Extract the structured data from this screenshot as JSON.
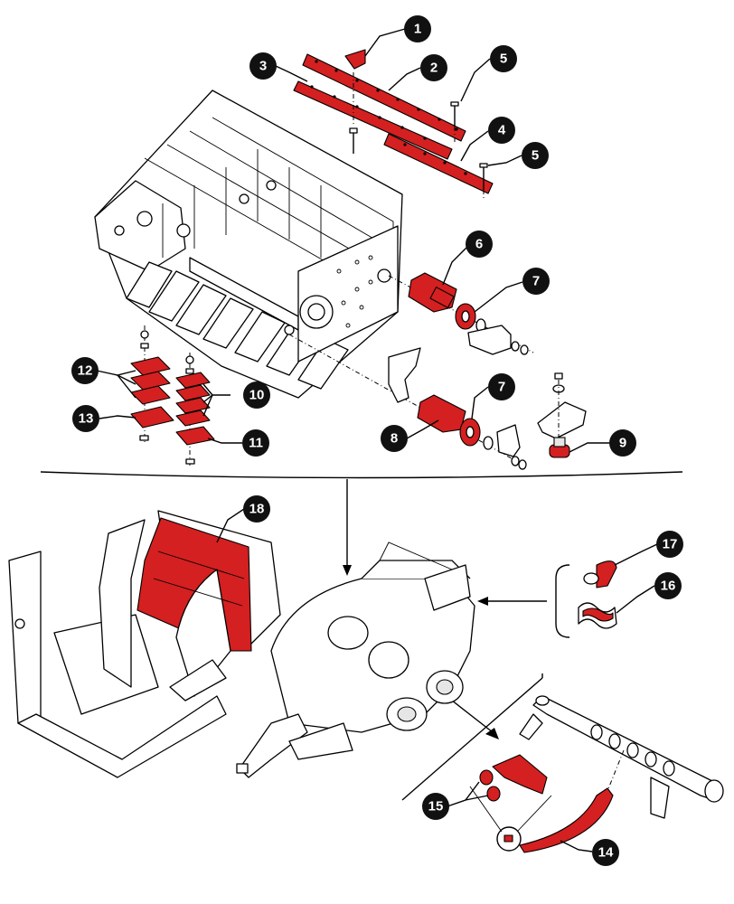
{
  "diagram": {
    "accent_color": "#d42020",
    "callout_color": "#111111",
    "callouts": [
      {
        "id": "c1",
        "label": "1"
      },
      {
        "id": "c2",
        "label": "2"
      },
      {
        "id": "c3",
        "label": "3"
      },
      {
        "id": "c4",
        "label": "4"
      },
      {
        "id": "c5a",
        "label": "5"
      },
      {
        "id": "c5b",
        "label": "5"
      },
      {
        "id": "c6",
        "label": "6"
      },
      {
        "id": "c7a",
        "label": "7"
      },
      {
        "id": "c7b",
        "label": "7"
      },
      {
        "id": "c8",
        "label": "8"
      },
      {
        "id": "c9",
        "label": "9"
      },
      {
        "id": "c10",
        "label": "10"
      },
      {
        "id": "c11",
        "label": "11"
      },
      {
        "id": "c12",
        "label": "12"
      },
      {
        "id": "c13",
        "label": "13"
      },
      {
        "id": "c14",
        "label": "14"
      },
      {
        "id": "c15",
        "label": "15"
      },
      {
        "id": "c16",
        "label": "16"
      },
      {
        "id": "c17",
        "label": "17"
      },
      {
        "id": "c18",
        "label": "18"
      }
    ]
  }
}
